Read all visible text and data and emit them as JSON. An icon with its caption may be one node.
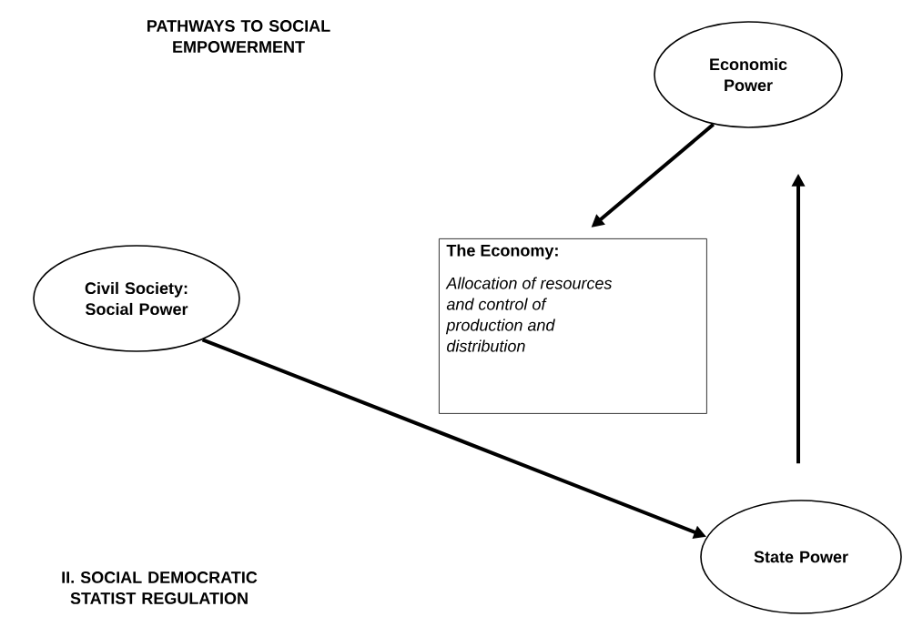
{
  "diagram": {
    "nodes": [
      {
        "text": [
          "Economic Power"
        ]
      },
      {
        "text": [
          "The Economy:",
          "Allocation of resources and control of production and distribution"
        ]
      },
      {
        "text": [
          "Civil Society: Social Power"
        ]
      },
      {
        "text": [
          "State Power"
        ]
      }
    ],
    "edges": [
      {
        "from": 0,
        "to": 1,
        "arrow": "to"
      },
      {
        "from": 2,
        "to": 3,
        "arrow": "to"
      },
      {
        "from": 3,
        "to": 0,
        "arrow": "to"
      }
    ],
    "labels": [
      "PATHWAYS TO SOCIAL EMPOWERMENT",
      "II. SOCIAL DEMOCRATIC STATIST REGULATION"
    ]
  }
}
